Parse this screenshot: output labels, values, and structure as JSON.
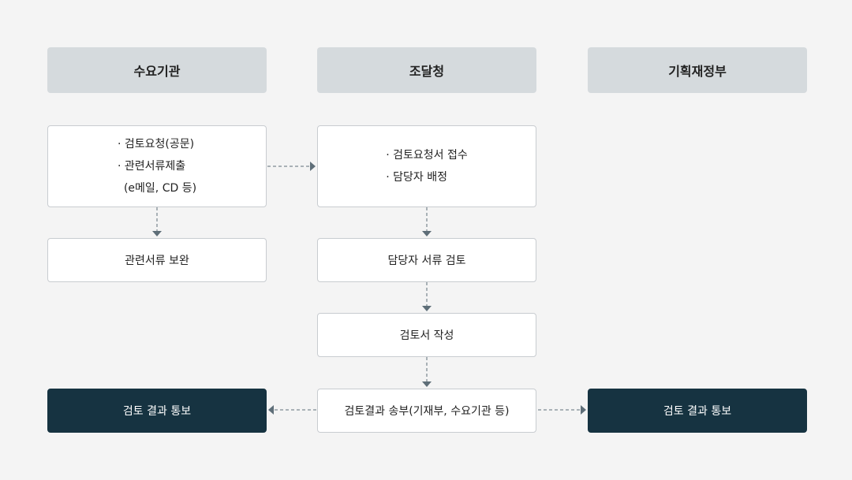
{
  "columns": {
    "demand": "수요기관",
    "procurement": "조달청",
    "finance": "기획재정부"
  },
  "boxes": {
    "request": {
      "lines": [
        "· 검토요청(공문)",
        "· 관련서류제출",
        "(e메일, CD 등)"
      ]
    },
    "receive": {
      "lines": [
        "· 검토요청서 접수",
        "· 담당자 배정"
      ]
    },
    "supplement": "관련서류 보완",
    "review": "담당자 서류 검토",
    "write": "검토서 작성",
    "send": "검토결과 송부(기재부, 수요기관 등)",
    "notify_left": "검토 결과 통보",
    "notify_right": "검토 결과 통보"
  },
  "colors": {
    "header_bg": "#d5dadd",
    "box_bg": "#ffffff",
    "dark_bg": "#163341",
    "arrow": "#5e6e78",
    "page_bg": "#f4f4f4"
  }
}
